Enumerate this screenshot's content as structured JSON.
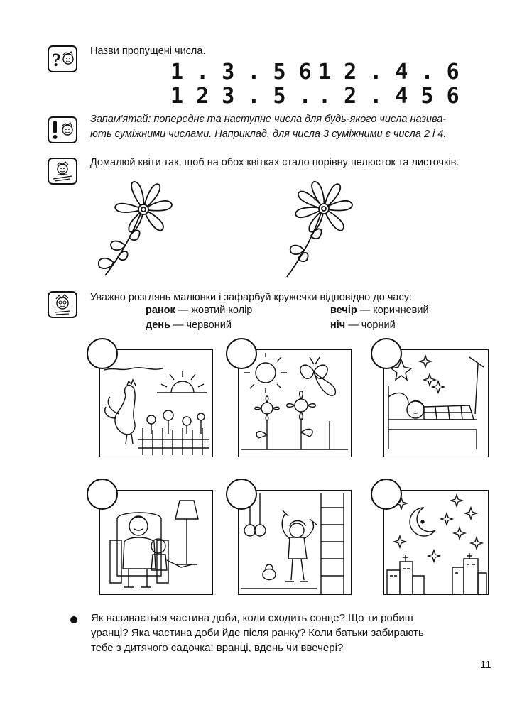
{
  "task1": {
    "instruction": "Назви пропущені числа.",
    "rows": [
      {
        "left": "1 . 3 . 5 6",
        "right": "1 2 . 4 . 6"
      },
      {
        "left": "1 2 3 . 5 .",
        "right": ". 2 . 4 5 6"
      }
    ]
  },
  "note": {
    "line1": "Запам'ятай: попереднє та наступне числа для будь-якого числа назива-",
    "line2": "ють суміжними числами. Наприклад, для числа 3 суміжними є числа 2 і 4."
  },
  "task2": {
    "instruction": "Домалюй квіти так, щоб на обох квітках стало порівну пелюсток та листочків."
  },
  "task3": {
    "instruction": "Уважно розглянь малюнки і зафарбуй кружечки відповідно до часу:",
    "legend": [
      {
        "term": "ранок",
        "rest": " — жовтий колір"
      },
      {
        "term": "вечір",
        "rest": " — коричневий"
      },
      {
        "term": "день",
        "rest": " — червоний"
      },
      {
        "term": "ніч",
        "rest": " — чорний"
      }
    ]
  },
  "questions": {
    "line1": "Як називається частина доби, коли сходить сонце? Що ти робиш",
    "line2": "уранці? Яка частина доби йде після ранку? Коли батьки забирають",
    "line3": "тебе з дитячого садочка: вранці, вдень чи ввечері?"
  },
  "page_number": "11",
  "icons": [
    "question-boy-icon",
    "exclamation-boy-icon",
    "drawing-boy-icon",
    "looking-boy-icon"
  ]
}
